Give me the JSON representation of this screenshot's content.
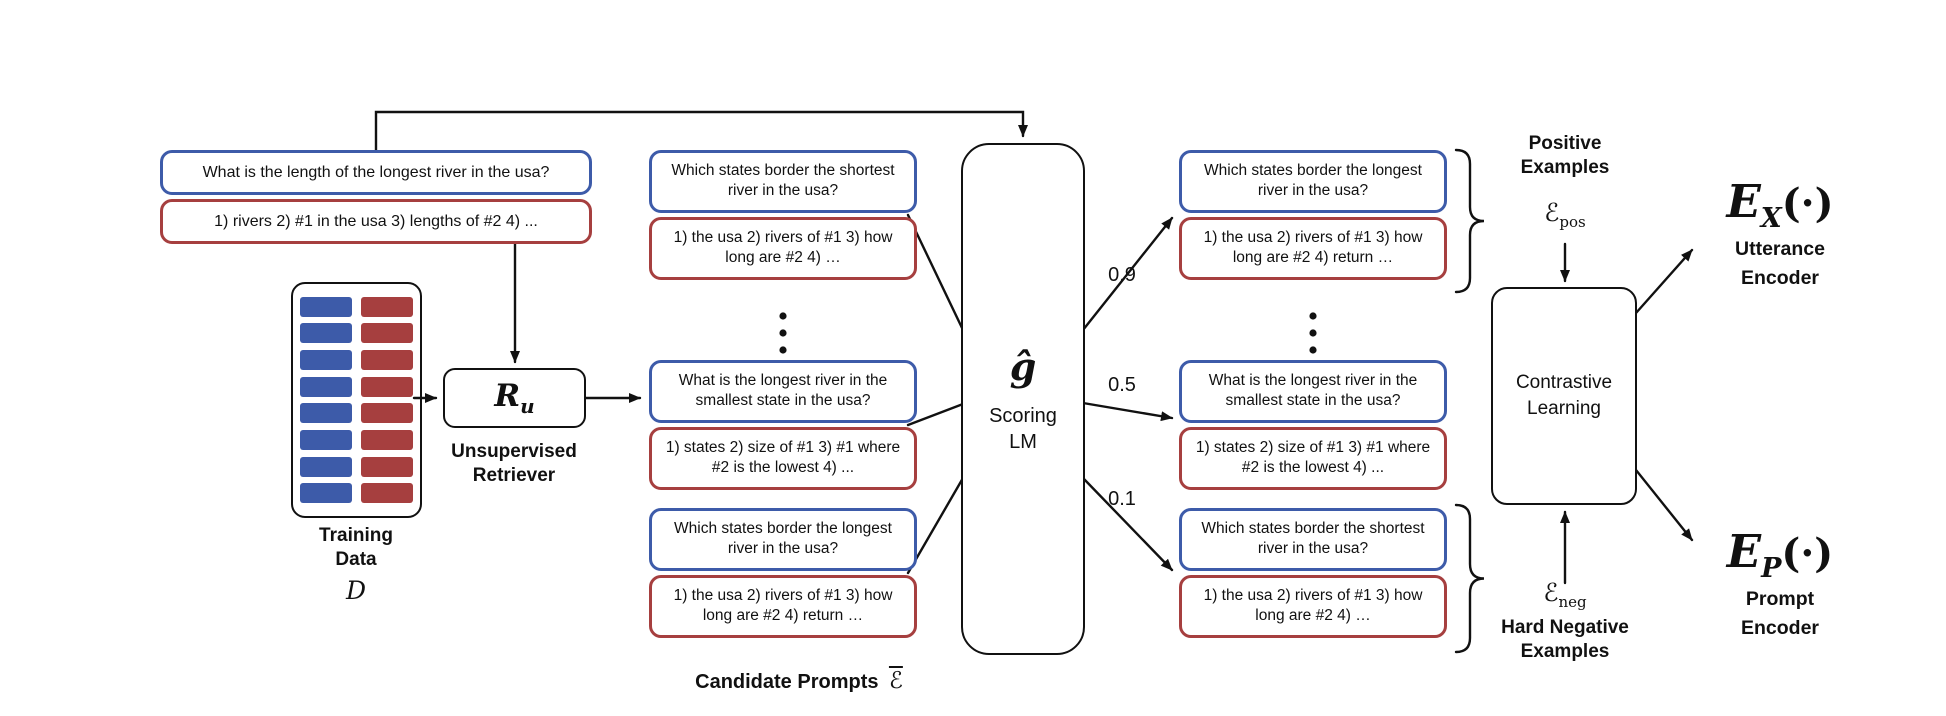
{
  "colors": {
    "utterance_blue": "#3d5ba9",
    "prompt_red": "#a63f3f",
    "line_black": "#111111"
  },
  "seed_example": {
    "utterance": "What is the length of the longest river in the usa?",
    "prompt": "1) rivers 2) #1 in the usa 3) lengths of #2 4) ..."
  },
  "training_data": {
    "label": [
      "Training",
      "Data"
    ],
    "symbol": "D"
  },
  "retriever": {
    "symbol": "R",
    "symbol_sub": "u",
    "label": [
      "Unsupervised",
      "Retriever"
    ]
  },
  "candidate_prompts": {
    "label": "Candidate Prompts",
    "set_symbol": "ℰ",
    "cards": [
      {
        "utterance": "Which states border the shortest river in the usa?",
        "prompt": "1) the usa 2) rivers of #1 3) how long are #2 4) …"
      },
      {
        "utterance": "What is the longest river in the smallest state in the usa?",
        "prompt": "1) states 2) size of #1 3) #1 where #2 is the lowest 4) ..."
      },
      {
        "utterance": "Which states border the longest river in the usa?",
        "prompt": "1) the usa 2) rivers of #1 3) how long are #2 4) return …"
      }
    ]
  },
  "scoring_lm": {
    "symbol": "ĝ",
    "label": [
      "Scoring",
      "LM"
    ],
    "scores": [
      "0.9",
      "0.5",
      "0.1"
    ]
  },
  "scored_prompts": {
    "cards": [
      {
        "utterance": "Which states border the longest river in the usa?",
        "prompt": "1) the usa 2) rivers of #1 3) how long are #2 4) return …"
      },
      {
        "utterance": "What is the longest river in the smallest state in the usa?",
        "prompt": "1) states 2) size of #1 3) #1 where #2 is the lowest 4) ..."
      },
      {
        "utterance": "Which states border the shortest river in the usa?",
        "prompt": "1) the usa 2) rivers of #1 3) how long are #2 4) …"
      }
    ]
  },
  "positive_examples": {
    "label": [
      "Positive",
      "Examples"
    ],
    "set_symbol": "ℰ",
    "set_sub": "pos"
  },
  "hard_negative_examples": {
    "label": [
      "Hard Negative",
      "Examples"
    ],
    "set_symbol": "ℰ",
    "set_sub": "neg"
  },
  "contrastive_learning": {
    "label": [
      "Contrastive",
      "Learning"
    ]
  },
  "utterance_encoder": {
    "symbol": "E",
    "symbol_sub": "X",
    "symbol_args": "(·)",
    "label": [
      "Utterance",
      "Encoder"
    ]
  },
  "prompt_encoder": {
    "symbol": "E",
    "symbol_sub": "P",
    "symbol_args": "(·)",
    "label": [
      "Prompt",
      "Encoder"
    ]
  }
}
